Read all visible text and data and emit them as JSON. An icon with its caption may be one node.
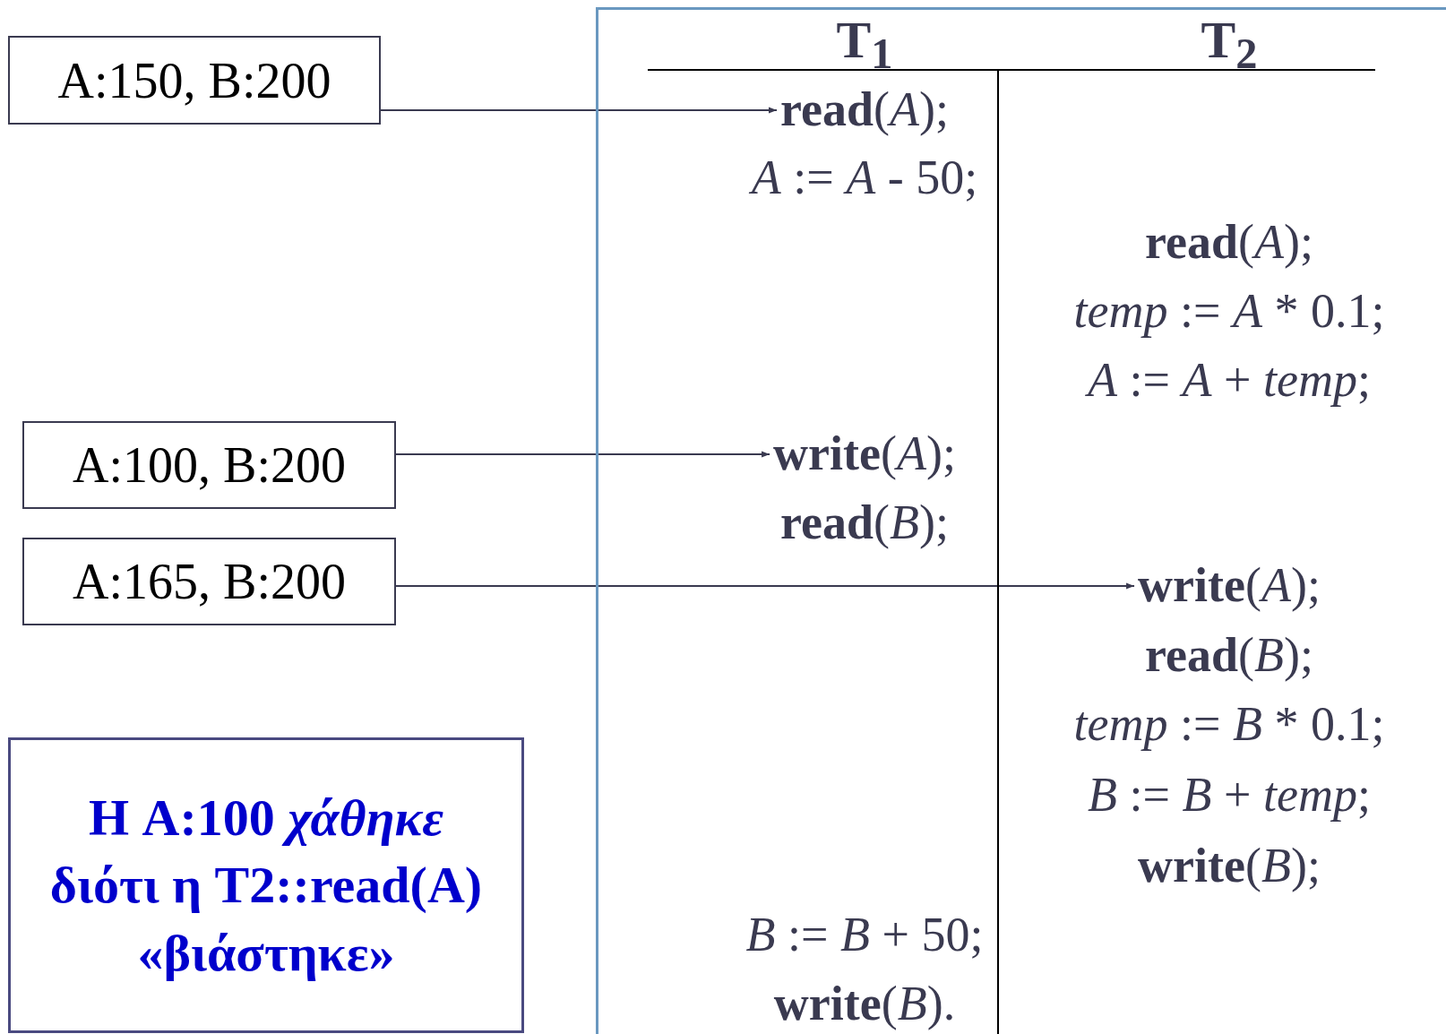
{
  "diagram": {
    "nodes": [
      {
        "text": [
          "A:150, B:200"
        ]
      },
      {
        "text": [],
        "shape": "box"
      },
      {
        "text": [
          "**read**(*A*);"
        ],
        "in": 1
      },
      {
        "text": [
          "A:100, B:200"
        ]
      },
      {
        "text": [
          "**write**(*A*);"
        ],
        "in": 1
      },
      {
        "text": [
          "A:165, B:200"
        ]
      },
      {
        "text": [
          "**write**(*A*);"
        ],
        "in": 1
      },
      {
        "text": [
          "Η A:100 *χάθηκε* διότι η T2::read(A) «βιάστηκε»"
        ]
      }
    ],
    "edges": [
      {
        "from": 0,
        "to": 2,
        "arrow": "to"
      },
      {
        "from": 3,
        "to": 4,
        "arrow": "to"
      },
      {
        "from": 5,
        "to": 6,
        "arrow": "to"
      }
    ],
    "labels": [
      "T$_{1}$",
      "T$_{2}$",
      "*A* := *A* - 50;",
      "**read**(*A*);",
      "*temp* := *A* * 0.1;",
      "*A* := *A* + *temp*;",
      "**read**(*B*);",
      "**read**(*B*);",
      "*temp* := *B* * 0.1;",
      "*B* := *B* + *temp*;",
      "**write**(*B*);",
      "*B* := *B* + 50;",
      "**write**(*B*)."
    ]
  }
}
